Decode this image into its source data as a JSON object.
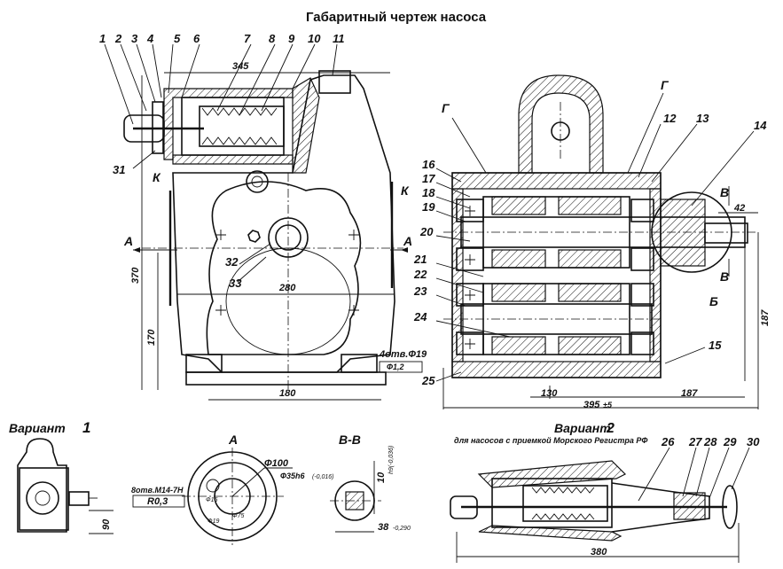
{
  "title": "Габаритный чертеж насоса",
  "callouts": [
    "1",
    "2",
    "3",
    "4",
    "5",
    "6",
    "7",
    "8",
    "9",
    "10",
    "11",
    "12",
    "13",
    "14",
    "15",
    "16",
    "17",
    "18",
    "19",
    "20",
    "21",
    "22",
    "23",
    "24",
    "25",
    "26",
    "27",
    "28",
    "29",
    "30",
    "31",
    "32",
    "33"
  ],
  "dimensions": {
    "d345": "345",
    "d370": "370",
    "d170": "170",
    "d280": "280",
    "d180": "180",
    "d42": "42",
    "d187a": "187",
    "d187b": "187",
    "d130": "130",
    "d395": "395",
    "d395tol": "±5",
    "d90": "90",
    "d380": "380",
    "d100": "Ф100",
    "d35": "Ф35h6",
    "d35tol": "(-0,016)",
    "d10": "10",
    "d10tol": "h9(-0,036)",
    "d38": "38",
    "d38tol": "-0,290",
    "d15": "Ф15",
    "d75": "Ф75",
    "d19": "Ф19"
  },
  "section_letters": {
    "A_left": "А",
    "A_right": "А",
    "K_left": "К",
    "K_right": "К",
    "G_left": "Г",
    "G_right": "Г",
    "B_top": "В",
    "B_bottom": "В",
    "Bsection": "Б"
  },
  "notes": {
    "holes19": "4отв.Ф19",
    "tol19": "Ф1,2",
    "holes_m14": "8отв.М14-7Н",
    "r03": "R0,3",
    "view_A": "А",
    "view_BB": "В-В"
  },
  "variants": {
    "v1": "Вариант",
    "v1num": "1",
    "v2": "Вариант",
    "v2num": "2",
    "v2sub": "для насосов с приемкой Морского Регистра РФ"
  }
}
